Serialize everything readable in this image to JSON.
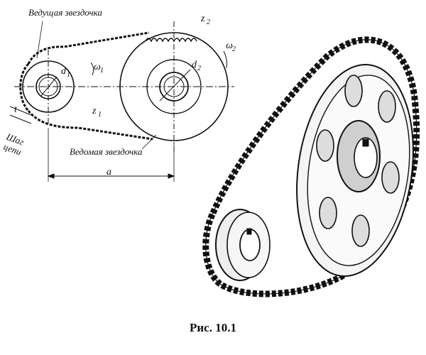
{
  "labels": {
    "driving_sprocket": "Ведущая звездочка",
    "driven_sprocket": "Ведомая звездочка",
    "chain_pitch_line1": "Шаг",
    "chain_pitch_line2": "цепи",
    "pitch_symbol": "t",
    "center_distance": "a",
    "z1": "z",
    "z1_sub": "1",
    "z2": "z",
    "z2_sub": "2",
    "d1": "d",
    "d1_sub": "1",
    "d2": "d",
    "d2_sub": "2",
    "omega1": "ω",
    "omega1_sub": "1",
    "omega2": "ω",
    "omega2_sub": "2"
  },
  "caption": "Рис. 10.1",
  "colors": {
    "ink": "#111111",
    "paper": "#ffffff"
  }
}
